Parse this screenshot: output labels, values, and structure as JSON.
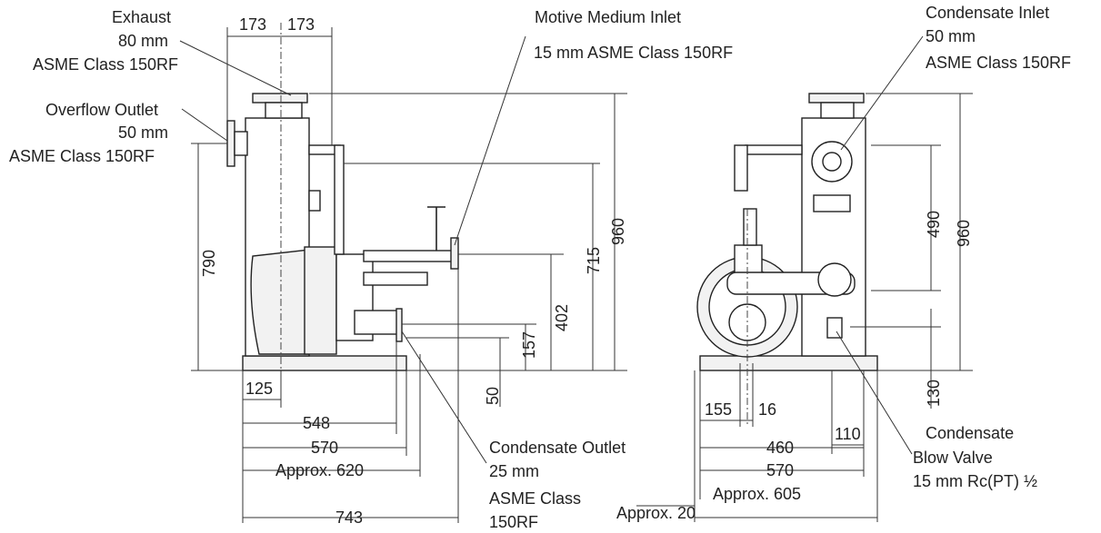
{
  "labels": {
    "exhaust": [
      "Exhaust",
      "80 mm",
      "ASME Class 150RF"
    ],
    "overflow": [
      "Overflow Outlet",
      "50 mm",
      "ASME Class 150RF"
    ],
    "motive": [
      "Motive Medium Inlet",
      "15 mm ASME Class 150RF"
    ],
    "cond_outlet": [
      "Condensate Outlet",
      "25 mm",
      "ASME Class",
      "150RF"
    ],
    "cond_inlet": [
      "Condensate Inlet",
      "50 mm",
      "ASME Class 150RF"
    ],
    "blow_valve": [
      "Condensate",
      "Blow Valve",
      "15 mm Rc(PT) ½"
    ],
    "approx20": "Approx. 20"
  },
  "dims": {
    "front": {
      "w173a": "173",
      "w173b": "173",
      "h790": "790",
      "h715": "715",
      "h960": "960",
      "h402": "402",
      "h157": "157",
      "h50": "50",
      "w125": "125",
      "w548": "548",
      "w570": "570",
      "w620": "Approx. 620",
      "w743": "743"
    },
    "side": {
      "h490": "490",
      "h960": "960",
      "h130": "130",
      "w155": "155",
      "w16": "16",
      "w460": "460",
      "w110": "110",
      "w570": "570",
      "w605": "Approx. 605"
    }
  },
  "colors": {
    "line": "#222222",
    "fill": "#f2f2f2"
  }
}
